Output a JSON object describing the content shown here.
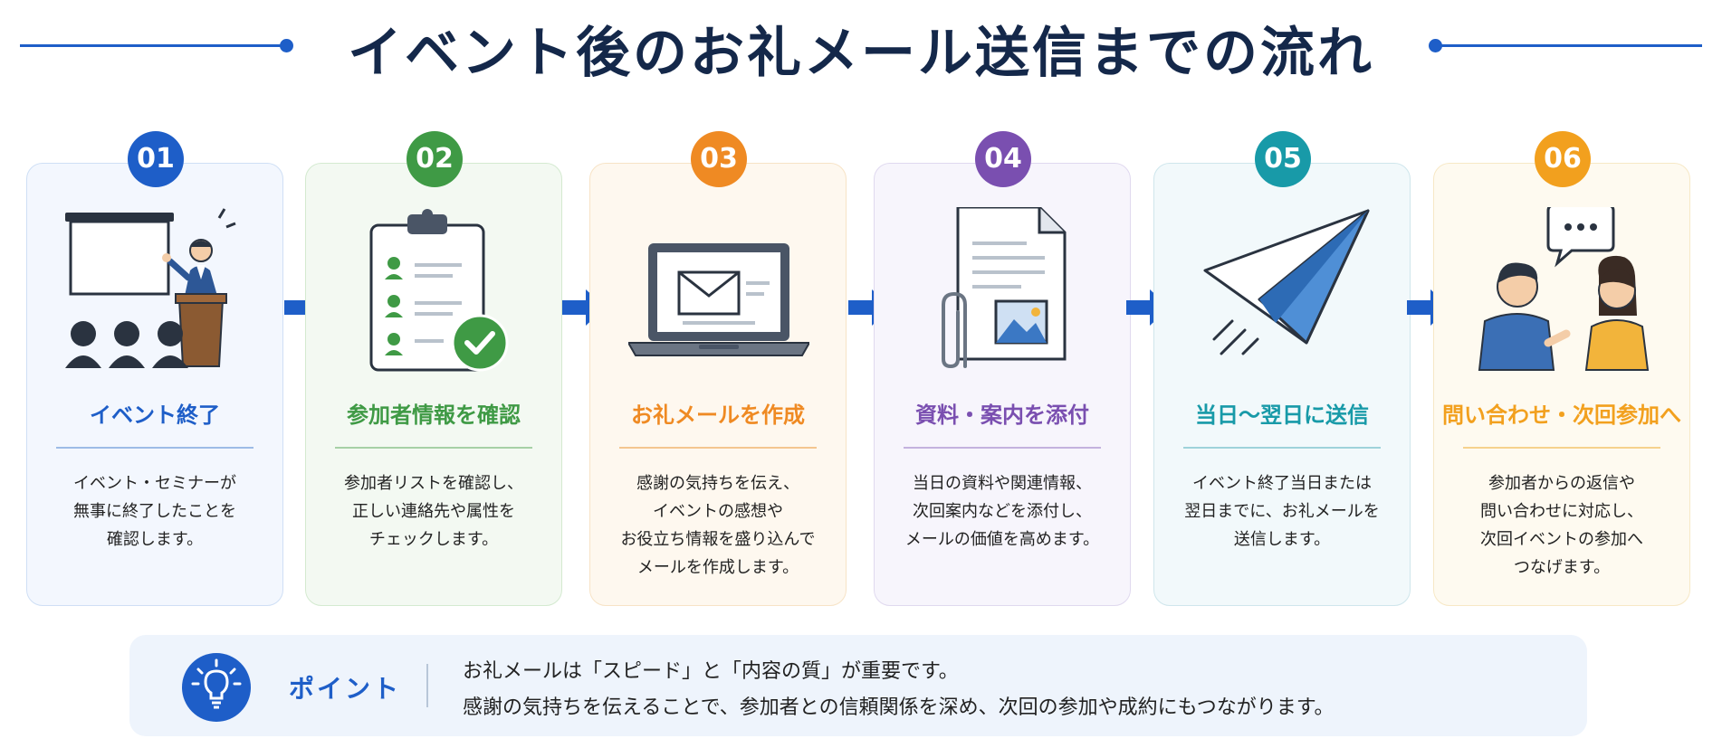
{
  "title": "イベント後のお礼メール送信までの流れ",
  "steps": [
    {
      "number": "01",
      "title": "イベント終了",
      "color": "#1e5ec8",
      "bg": "#f3f7fe",
      "border": "#cfdff5",
      "icon": "presentation-icon",
      "description": "イベント・セミナーが\n無事に終了したことを\n確認します。"
    },
    {
      "number": "02",
      "title": "参加者情報を確認",
      "color": "#3f9a45",
      "bg": "#f3f9f2",
      "border": "#d4ead0",
      "icon": "checklist-clipboard-icon",
      "description": "参加者リストを確認し、\n正しい連絡先や属性を\nチェックします。"
    },
    {
      "number": "03",
      "title": "お礼メールを作成",
      "color": "#ef8a23",
      "bg": "#fef8ef",
      "border": "#f7e3c6",
      "icon": "laptop-mail-icon",
      "description": "感謝の気持ちを伝え、\nイベントの感想や\nお役立ち情報を盛り込んで\nメールを作成します。"
    },
    {
      "number": "04",
      "title": "資料・案内を添付",
      "color": "#7a4fb0",
      "bg": "#f7f5fc",
      "border": "#e0d9ef",
      "icon": "document-attachment-icon",
      "description": "当日の資料や関連情報、\n次回案内などを添付し、\nメールの価値を高めます。"
    },
    {
      "number": "05",
      "title": "当日〜翌日に送信",
      "color": "#189aa8",
      "bg": "#f2f9fb",
      "border": "#cfe6ec",
      "icon": "paper-plane-icon",
      "description": "イベント終了当日または\n翌日までに、お礼メールを\n送信します。"
    },
    {
      "number": "06",
      "title": "問い合わせ・次回参加へ",
      "color": "#f2a01e",
      "bg": "#fefaf0",
      "border": "#f7e8c6",
      "icon": "conversation-icon",
      "description": "参加者からの返信や\n問い合わせに対応し、\n次回イベントの参加へ\nつなげます。"
    }
  ],
  "point": {
    "label": "ポイント",
    "icon": "lightbulb-icon",
    "line1": "お礼メールは「スピード」と「内容の質」が重要です。",
    "line2": "感謝の気持ちを伝えることで、参加者との信頼関係を深め、次回の参加や成約にもつながります。"
  },
  "colors": {
    "accent": "#1e5ec8",
    "title": "#14284a",
    "arrow": "#1e5ec8"
  }
}
